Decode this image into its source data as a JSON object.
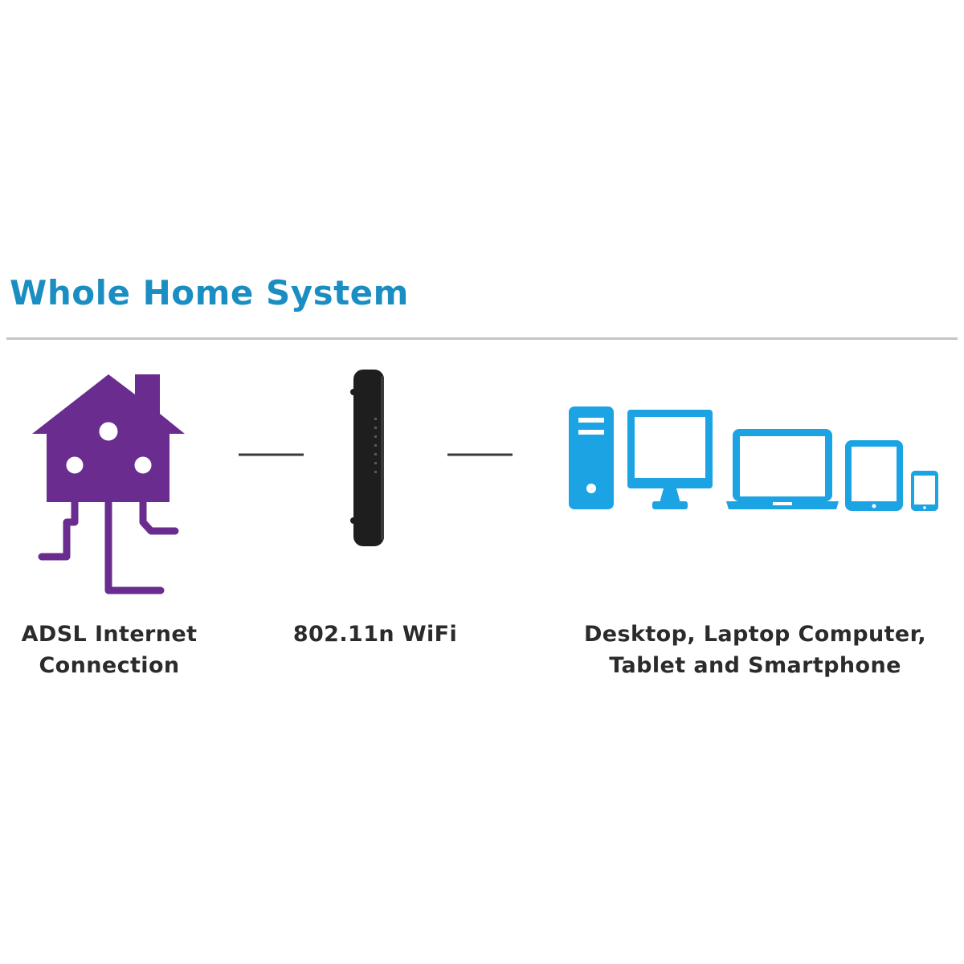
{
  "title": "Whole Home System",
  "colors": {
    "title": "#1a8ec2",
    "rule": "#c4c4c4",
    "house": "#6a2c8f",
    "router": "#1e1e1e",
    "connector": "#3a3a3a",
    "devices": "#1ba3e3"
  },
  "stages": [
    {
      "icon": "house-circuit-icon",
      "label_lines": [
        "ADSL Internet",
        "Connection"
      ]
    },
    {
      "icon": "router-icon",
      "label_lines": [
        "802.11n WiFi"
      ]
    },
    {
      "icon": "devices-icon",
      "label_lines": [
        "Desktop, Laptop Computer,",
        "Tablet and Smartphone"
      ]
    }
  ],
  "device_icons": [
    "desktop-tower-icon",
    "monitor-icon",
    "laptop-icon",
    "tablet-icon",
    "smartphone-icon"
  ]
}
